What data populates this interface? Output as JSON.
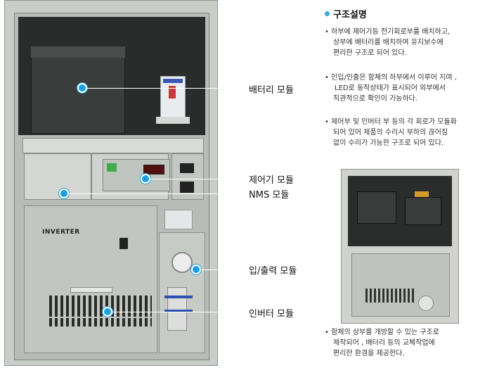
{
  "cabinet": {
    "inverter_text": "INVERTER"
  },
  "callouts": [
    {
      "label": "배터리 모듈"
    },
    {
      "label": "제어기 모듈"
    },
    {
      "label": "NMS 모듈"
    },
    {
      "label": "입/출력 모듈"
    },
    {
      "label": "인버터 모듈"
    }
  ],
  "description": {
    "title": "구조설명",
    "bullets": [
      {
        "lines": [
          "• 하부에 제어기등 전기회로부를 배치하고,",
          "상부에 배터리를 배치하여 유지보수에",
          "편리한 구조로 되어 있다."
        ]
      },
      {
        "lines": [
          "• 인입/인출은 함체의 하부에서 이루어 지며 ,",
          "LED로 동작상태가 표시되어 외부에서",
          "직관적으로 확인이 가능하다."
        ]
      },
      {
        "lines": [
          "• 제어부 및 인버터 부 등의 각 회로가 모듈화",
          "되어 있어 제품의 수리시 부하의 끊어짐",
          "없이 수리가 가능한 구조로 되어 있다."
        ]
      }
    ],
    "bottom_bullet": {
      "lines": [
        "• 함체의 상부를 개방할 수 있는 구조로",
        "제작되어 , 배터리 등의  교체작업에",
        "편리한 환경을 제공한다."
      ]
    }
  },
  "colors": {
    "marker": "#1aa0e0",
    "title_bullet": "#3aa6e0"
  }
}
